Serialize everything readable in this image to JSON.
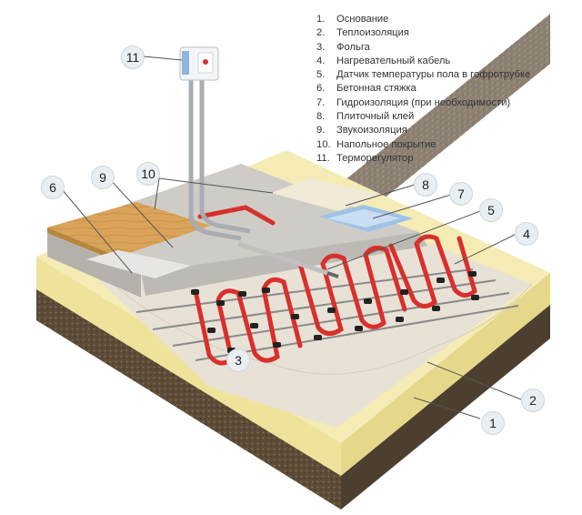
{
  "legend": [
    {
      "num": "1.",
      "text": "Основание"
    },
    {
      "num": "2.",
      "text": "Теплоизоляция"
    },
    {
      "num": "3.",
      "text": "Фольга"
    },
    {
      "num": "4.",
      "text": "Нагревательный кабель"
    },
    {
      "num": "5.",
      "text": "Датчик температуры пола в гофротрубке"
    },
    {
      "num": "6.",
      "text": "Бетонная стяжка"
    },
    {
      "num": "7.",
      "text": "Гидроизоляция (при необходимости)"
    },
    {
      "num": "8.",
      "text": "Плиточный клей"
    },
    {
      "num": "9.",
      "text": "Звукоизоляция"
    },
    {
      "num": "10.",
      "text": "Напольное покрытие"
    },
    {
      "num": "11.",
      "text": "Терморегулятор"
    }
  ],
  "callouts": {
    "c1": "1",
    "c2": "2",
    "c3": "3",
    "c4": "4",
    "c5": "5",
    "c6": "6",
    "c7": "7",
    "c8": "8",
    "c9": "9",
    "c10": "10",
    "c11": "11"
  },
  "colors": {
    "base": "#5a4a38",
    "insulation": "#f2e9a8",
    "foil": "#e4ddd4",
    "screed": "#c9c6c1",
    "cable": "#d8302c",
    "wood": "#d9a45a"
  }
}
